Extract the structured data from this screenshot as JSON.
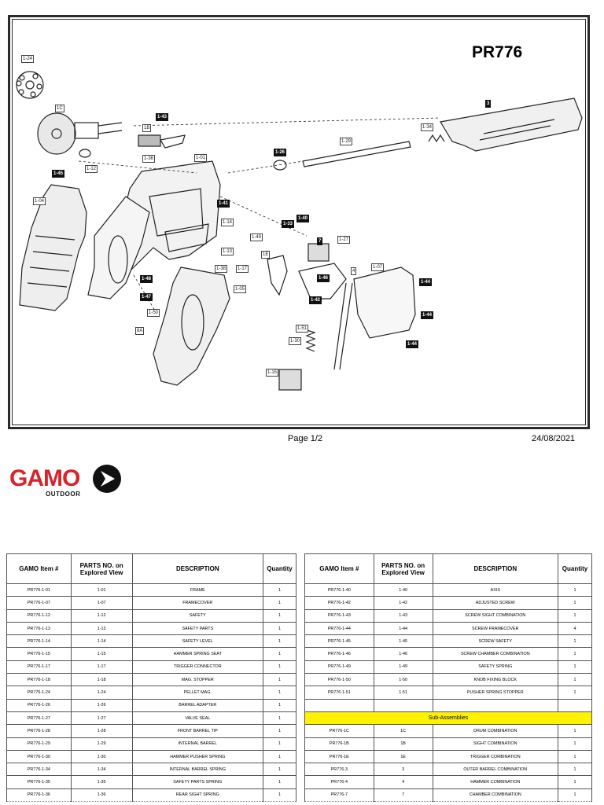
{
  "brand": {
    "name": "GAMO",
    "sub": "OUTDOOR"
  },
  "model": "PR776",
  "footer": {
    "page": "Page 1/2",
    "date": "24/08/2021"
  },
  "diagram_labels": [
    {
      "text": "1-24",
      "dark": false
    },
    {
      "text": "1C",
      "dark": false
    },
    {
      "text": "1-43",
      "dark": true
    },
    {
      "text": "1B",
      "dark": false
    },
    {
      "text": "1-36",
      "dark": false
    },
    {
      "text": "1-01",
      "dark": false
    },
    {
      "text": "1-45",
      "dark": true
    },
    {
      "text": "1-12",
      "dark": false
    },
    {
      "text": "1-04",
      "dark": false
    },
    {
      "text": "1-26",
      "dark": true
    },
    {
      "text": "1-29",
      "dark": false
    },
    {
      "text": "3",
      "dark": true
    },
    {
      "text": "1-34",
      "dark": false
    },
    {
      "text": "1-41",
      "dark": true
    },
    {
      "text": "1-40",
      "dark": true
    },
    {
      "text": "1-33",
      "dark": true
    },
    {
      "text": "1-14",
      "dark": false
    },
    {
      "text": "1-49",
      "dark": false
    },
    {
      "text": "7",
      "dark": true
    },
    {
      "text": "1-27",
      "dark": false
    },
    {
      "text": "1-13",
      "dark": false
    },
    {
      "text": "1E",
      "dark": false
    },
    {
      "text": "1-38",
      "dark": false
    },
    {
      "text": "1-17",
      "dark": false
    },
    {
      "text": "4",
      "dark": false
    },
    {
      "text": "1-07",
      "dark": false
    },
    {
      "text": "1-48",
      "dark": true
    },
    {
      "text": "1-46",
      "dark": true
    },
    {
      "text": "1-44",
      "dark": true
    },
    {
      "text": "1-05",
      "dark": false
    },
    {
      "text": "1-47",
      "dark": true
    },
    {
      "text": "1-42",
      "dark": true
    },
    {
      "text": "1-50",
      "dark": false
    },
    {
      "text": "1-44",
      "dark": true
    },
    {
      "text": "8A",
      "dark": false
    },
    {
      "text": "1-51",
      "dark": false
    },
    {
      "text": "1-30",
      "dark": false
    },
    {
      "text": "1-44",
      "dark": true
    },
    {
      "text": "1-15",
      "dark": false
    }
  ],
  "table": {
    "headers": [
      "GAMO Item #",
      "PARTS NO. on Explored View",
      "DESCRIPTION",
      "Quantity"
    ],
    "left_rows": [
      [
        "PR776-1-01",
        "1-01",
        "FRAME",
        "1"
      ],
      [
        "PR776-1-07",
        "1-07",
        "FRAMECOVER",
        "1"
      ],
      [
        "PR776-1-12",
        "1-12",
        "SAFETY",
        "1"
      ],
      [
        "PR776-1-13",
        "1-13",
        "SAFETY PARTS",
        "1"
      ],
      [
        "PR776-1-14",
        "1-14",
        "SAFETY LEVEL",
        "1"
      ],
      [
        "PR776-1-15",
        "1-15",
        "HAMMER SPRING SEAT",
        "1"
      ],
      [
        "PR776-1-17",
        "1-17",
        "TRIGGER CONNECTOR",
        "1"
      ],
      [
        "PR776-1-18",
        "1-18",
        "MAG. STOPPER",
        "1"
      ],
      [
        "PR776-1-24",
        "1-24",
        "PELLET MAG.",
        "1"
      ],
      [
        "PR776-1-26",
        "1-26",
        "BARREL ADAPTER",
        "1"
      ],
      [
        "PR776-1-27",
        "1-27",
        "VALVE SEAL",
        "1"
      ],
      [
        "PR776-1-28",
        "1-28",
        "FRONT BARREL TIP",
        "1"
      ],
      [
        "PR776-1-29",
        "1-29",
        "INTERNAL BARREL",
        "1"
      ],
      [
        "PR776-1-30",
        "1-30",
        "HAMMER PUSHER SPRING",
        "1"
      ],
      [
        "PR776-1-34",
        "1-34",
        "INTERNAL BARREL SPRING",
        "1"
      ],
      [
        "PR776-1-35",
        "1-35",
        "SAFETY PARTS SPRING",
        "1"
      ],
      [
        "PR776-1-36",
        "1-36",
        "REAR SIGHT SPRING",
        "1"
      ]
    ],
    "right_rows": [
      [
        "PR776-1-40",
        "1-40",
        "AXIS",
        "1"
      ],
      [
        "PR776-1-42",
        "1-42",
        "ADJUSTED SCREW",
        "1"
      ],
      [
        "PR776-1-43",
        "1-43",
        "SCREW SIGHT COMBINATION",
        "1"
      ],
      [
        "PR776-1-44",
        "1-44",
        "SCREW FRAMECOVER",
        "4"
      ],
      [
        "PR776-1-45",
        "1-45",
        "SCREW SAFETY",
        "1"
      ],
      [
        "PR776-1-46",
        "1-46",
        "SCREW CHAMBER COMBINATION",
        "1"
      ],
      [
        "PR776-1-49",
        "1-49",
        "SAFETY SPRING",
        "1"
      ],
      [
        "PR776-1-50",
        "1-50",
        "KNOB FIXING BLOCK",
        "1"
      ],
      [
        "PR776-1-51",
        "1-51",
        "PUSHER SPRING STOPPER",
        "1"
      ],
      [
        "",
        "",
        "",
        ""
      ]
    ],
    "sub_assemblies_label": "Sub-Assemblies",
    "sub_rows": [
      [
        "PR776-1C",
        "1C",
        "DRUM COMBINATION",
        "1"
      ],
      [
        "PR776-1B",
        "1B",
        "SIGHT COMBINATION",
        "1"
      ],
      [
        "PR776-1E",
        "1E",
        "TRIGGER COMBINATION",
        "1"
      ],
      [
        "PR776-3",
        "3",
        "OUTER BARREL COMBINATION",
        "1"
      ],
      [
        "PR776-4",
        "4",
        "HAMMER COMBINATION",
        "1"
      ],
      [
        "PR776-7",
        "7",
        "CHAMBER COMBINATION",
        "1"
      ]
    ]
  },
  "colors": {
    "brand_red": "#d9232a",
    "highlight": "#fff200"
  }
}
